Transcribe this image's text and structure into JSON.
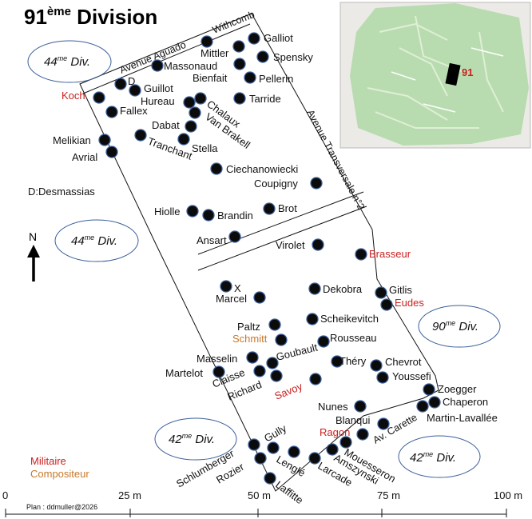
{
  "title": {
    "main": "91",
    "sup": "ème",
    "rest": " Division"
  },
  "neighbors": [
    {
      "num": "44",
      "sup": "me",
      "txt": " Div."
    },
    {
      "num": "44",
      "sup": "me",
      "txt": " Div."
    },
    {
      "num": "90",
      "sup": "me",
      "txt": " Div."
    },
    {
      "num": "42",
      "sup": "me",
      "txt": " Div."
    },
    {
      "num": "42",
      "sup": "me",
      "txt": " Div."
    }
  ],
  "streets": {
    "aguado": "Avenue Aguado",
    "withcomb": "Withcomb",
    "transversale": "Avenue Transversale n°2",
    "carette": "Av. Carette"
  },
  "desmassias": "D:Desmassias",
  "north": "N",
  "inset_label": "91",
  "legend": {
    "military": "Militaire",
    "composer": "Compositeur"
  },
  "scale": {
    "ticks": [
      "0",
      "25 m",
      "50 m",
      "75 m",
      "100 m"
    ],
    "credit": "Plan : ddmuller@2026"
  },
  "colors": {
    "military": "#cc2020",
    "composer": "#c8782a",
    "outline": "#3b5f9a",
    "park": "#b8dcb0"
  },
  "labels": {
    "koch": "Koch",
    "d": "D",
    "guillot": "Guillot",
    "fallex": "Fallex",
    "melikian": "Melikian",
    "avrial": "Avrial",
    "massonaud": "Massonaud",
    "mittler": "Mittler",
    "galliot": "Galliot",
    "spensky": "Spensky",
    "bienfait": "Bienfait",
    "pellerin": "Pellerin",
    "hureau": "Hureau",
    "tarride": "Tarride",
    "chalaux": "Chalaux",
    "dabat": "Dabat",
    "vanbrakell": "Van Brakell",
    "stella": "Stella",
    "tranchant": "Tranchant",
    "ciechanowiecki": "Ciechanowiecki",
    "coupigny": "Coupigny",
    "hiolle": "Hiolle",
    "brandin": "Brandin",
    "brot": "Brot",
    "ansart": "Ansart",
    "virolet": "Virolet",
    "brasseur": "Brasseur",
    "x": "X",
    "marcel": "Marcel",
    "dekobra": "Dekobra",
    "gitlis": "Gitlis",
    "eudes": "Eudes",
    "scheikevitch": "Scheikevitch",
    "paltz": "Paltz",
    "schmitt": "Schmitt",
    "rousseau": "Rousseau",
    "masselin": "Masselin",
    "goubault": "Goubault",
    "martelot": "Martelot",
    "clause": "Claisse",
    "richard": "Richard",
    "thery": "Théry",
    "chevrot": "Chevrot",
    "youssefi": "Youssefi",
    "savoy": "Savoy",
    "zoegger": "Zoegger",
    "chaperon": "Chaperon",
    "martinlavallee": "Martin-Lavallée",
    "nunes": "Nunes",
    "blanqui": "Blanqui",
    "ragon": "Ragon",
    "gully": "Gully",
    "schlumberger": "Schlumberger",
    "rozier": "Rozier",
    "lengle": "Lenglé",
    "larcade": "Larcade",
    "amszynski": "Amszynski",
    "mouesseron": "Mouesseron",
    "laffitte": "Laffitte"
  }
}
